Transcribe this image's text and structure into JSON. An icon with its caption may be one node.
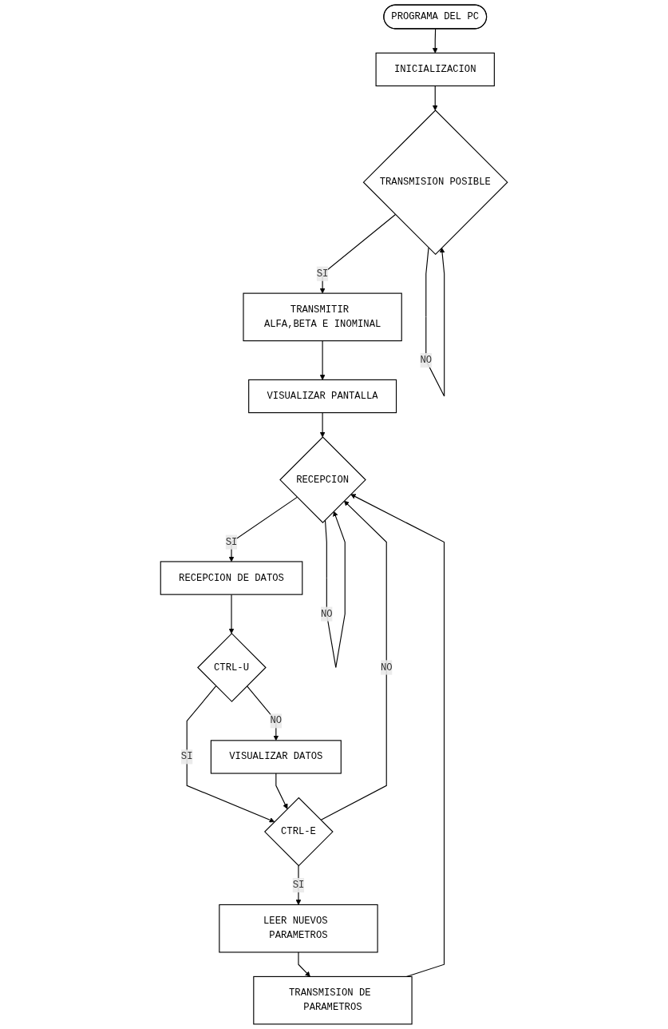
{
  "diagram": {
    "nodes": [
      {
        "text": [
          "PROGRAMA DEL PC"
        ]
      },
      {
        "text": [
          "INICIALIZACION"
        ]
      },
      {
        "text": [
          "TRANSMISION POSIBLE"
        ]
      },
      {
        "text": [
          "TRANSMITIR ALFA,BETA E INOMINAL"
        ]
      },
      {
        "text": [
          "VISUALIZAR PANTALLA"
        ]
      },
      {
        "text": [
          "RECEPCION"
        ]
      },
      {
        "text": [
          "RECEPCION DE DATOS"
        ]
      },
      {
        "text": [
          "CTRL-U"
        ]
      },
      {
        "text": [
          "VISUALIZAR DATOS"
        ]
      },
      {
        "text": [
          "CTRL-E"
        ]
      },
      {
        "text": [
          "LEER NUEVOS PARAMETROS"
        ]
      },
      {
        "text": [
          "TRANSMISION DE PARAMETROS"
        ]
      }
    ],
    "edges": [
      {
        "from": 0,
        "to": 1,
        "arrow": "to"
      },
      {
        "from": 1,
        "to": 2,
        "arrow": "to"
      },
      {
        "from": 2,
        "to": 2,
        "label": "NO",
        "arrow": "to"
      },
      {
        "from": 2,
        "to": 3,
        "label": "SI",
        "arrow": "to"
      },
      {
        "from": 3,
        "to": 4,
        "arrow": "to"
      },
      {
        "from": 4,
        "to": 5,
        "arrow": "to"
      },
      {
        "from": 5,
        "to": 5,
        "label": "NO",
        "arrow": "to"
      },
      {
        "from": 5,
        "to": 6,
        "label": "SI",
        "arrow": "to"
      },
      {
        "from": 6,
        "to": 7,
        "arrow": "to"
      },
      {
        "from": 7,
        "to": 8,
        "label": "NO",
        "arrow": "to"
      },
      {
        "from": 7,
        "to": 9,
        "label": "SI",
        "arrow": "to"
      },
      {
        "from": 8,
        "to": 9,
        "arrow": "to"
      },
      {
        "from": 9,
        "to": 10,
        "label": "SI",
        "arrow": "to"
      },
      {
        "from": 10,
        "to": 11,
        "arrow": "to"
      },
      {
        "from": 9,
        "to": 5,
        "label": "NO",
        "arrow": "to"
      },
      {
        "from": 11,
        "to": 5,
        "arrow": "to"
      }
    ]
  }
}
